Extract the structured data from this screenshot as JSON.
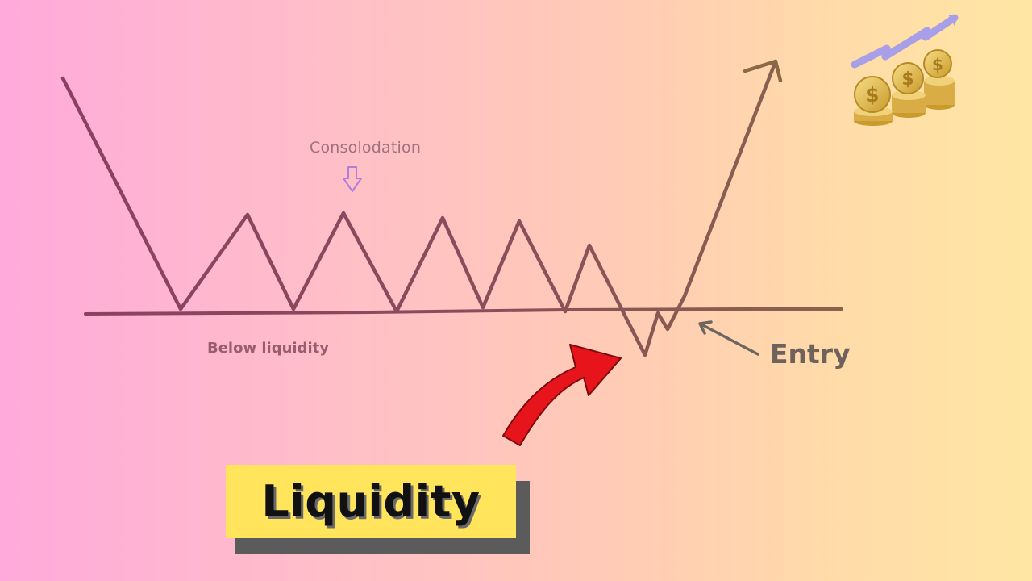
{
  "labels": {
    "consolidation": "Consolodation",
    "below_liquidity": "Below liquidity",
    "entry": "Entry",
    "title": "Liquidity"
  },
  "icons": {
    "consolidation_pointer": "down-arrow-outline-icon",
    "liquidity_pointer": "curved-red-arrow-icon",
    "entry_pointer": "arrow-icon",
    "corner_illustration": "coins-growth-icon"
  },
  "colors": {
    "price_path": "#7a4a5a",
    "support_line": "#7a5560",
    "red_arrow": "#e8141c",
    "title_box": "#ffe45c",
    "title_shadow": "#5b5b5b",
    "coin": "#e0b94a",
    "growth_arrow": "#a99ee8"
  }
}
